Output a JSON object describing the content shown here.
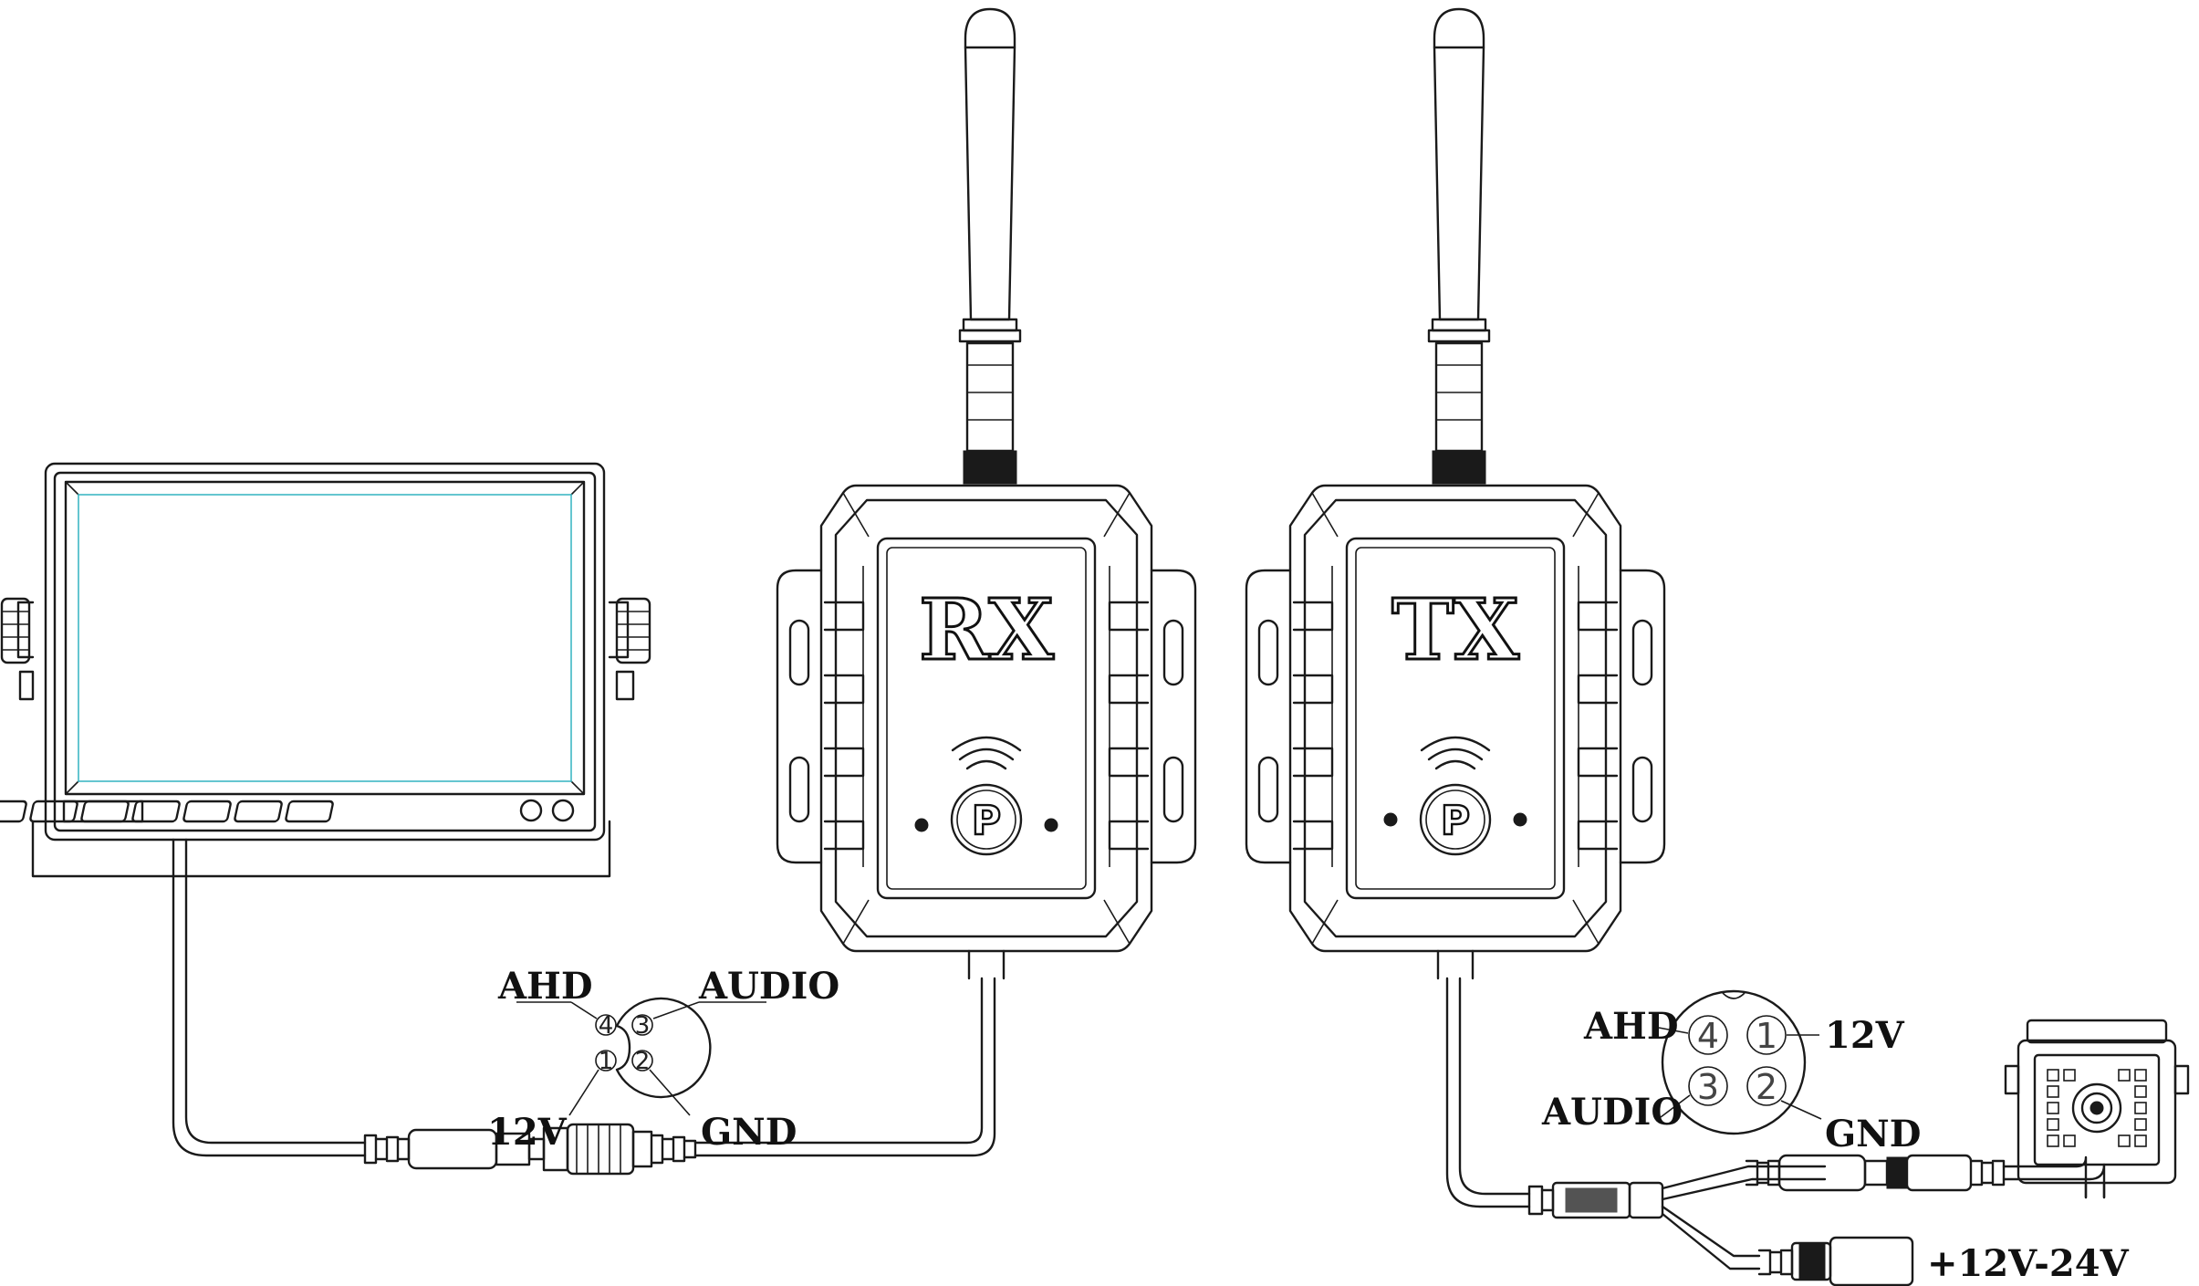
{
  "modules": {
    "receiver": {
      "label": "RX",
      "button": "P"
    },
    "transmitter": {
      "label": "TX",
      "button": "P"
    }
  },
  "rx_connector": {
    "labels": {
      "ahd": "AHD",
      "audio": "AUDIO",
      "v12": "12V",
      "gnd": "GND"
    },
    "pins": [
      "4",
      "3",
      "1",
      "2"
    ]
  },
  "tx_connector": {
    "labels": {
      "ahd": "AHD",
      "audio": "AUDIO",
      "v12": "12V",
      "gnd": "GND"
    },
    "pins": [
      "4",
      "1",
      "3",
      "2"
    ]
  },
  "power": {
    "label": "+12V-24V"
  }
}
